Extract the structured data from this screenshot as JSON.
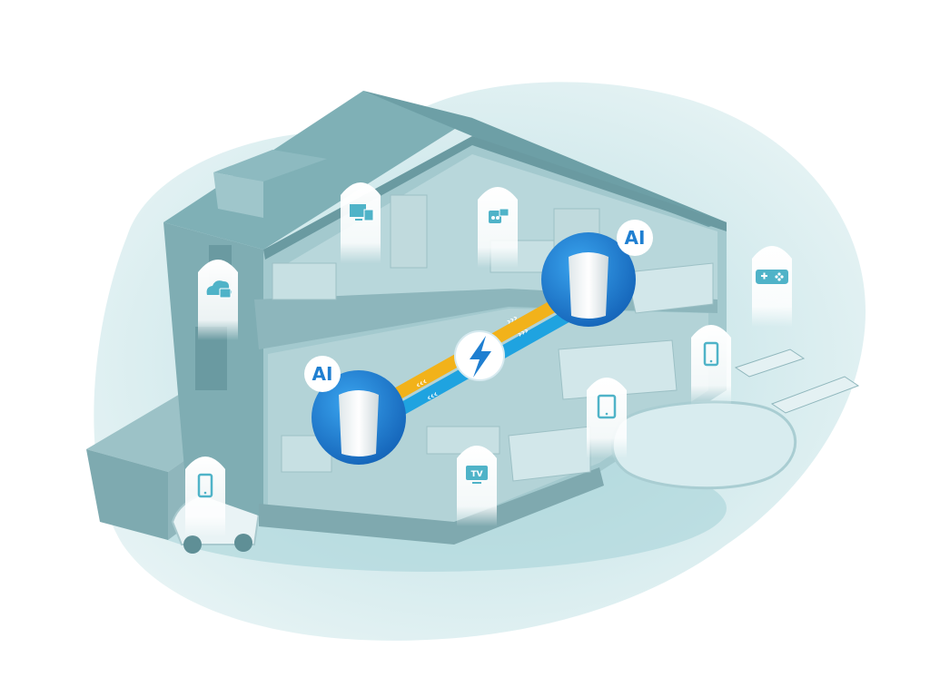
{
  "scene": {
    "description_free": true,
    "colors": {
      "background": "#ffffff",
      "blob": "#cfe7ea",
      "house_wall": "#8fb9bf",
      "house_dark": "#6fa0a7",
      "roof": "#7fb0b6",
      "floor": "#a9cdd2",
      "beam_yellow": "#f2b21a",
      "beam_blue": "#1fa3e0",
      "node_blue": "#1f7fd1",
      "pin_icon": "#4fb3c8"
    }
  },
  "nodes": [
    {
      "id": "node-left",
      "label": "AI"
    },
    {
      "id": "node-right",
      "label": "AI"
    }
  ],
  "hub": {
    "icon": "lightning-icon"
  },
  "devices": [
    {
      "id": "cloud",
      "icon": "cloud-icon"
    },
    {
      "id": "desktop",
      "icon": "desktop-icon"
    },
    {
      "id": "console",
      "icon": "gamepad-icon"
    },
    {
      "id": "gamepad-pool",
      "icon": "gamepad-icon"
    },
    {
      "id": "phone-pool",
      "icon": "phone-icon"
    },
    {
      "id": "tablet",
      "icon": "tablet-icon"
    },
    {
      "id": "tv",
      "icon": "tv-icon",
      "label": "TV"
    },
    {
      "id": "phone-garage",
      "icon": "phone-icon"
    }
  ]
}
